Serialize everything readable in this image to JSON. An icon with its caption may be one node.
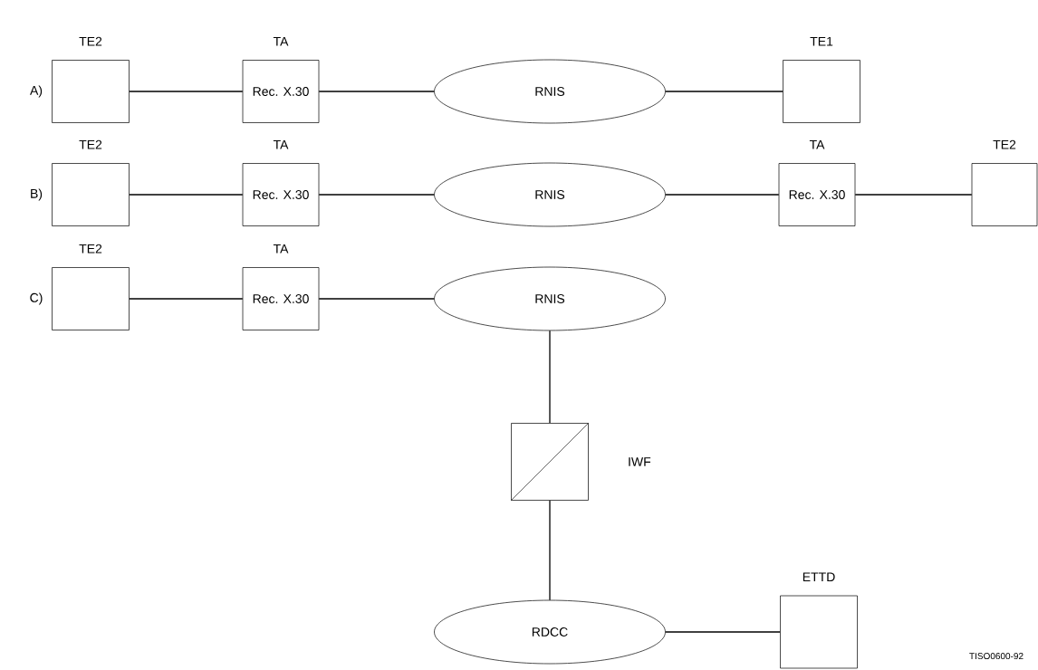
{
  "diagram": {
    "nodes": [
      {
        "text": [
          "TE2"
        ]
      },
      {
        "text": [
          "TA",
          "Rec. X.30"
        ]
      },
      {
        "text": [
          "RNIS"
        ]
      },
      {
        "text": [
          "TE1"
        ]
      },
      {
        "text": [
          "TE2"
        ]
      },
      {
        "text": [
          "TA",
          "Rec. X.30"
        ]
      },
      {
        "text": [
          "RNIS"
        ]
      },
      {
        "text": [
          "TA",
          "Rec. X.30"
        ]
      },
      {
        "text": [
          "TE2"
        ]
      },
      {
        "text": [
          "TE2"
        ]
      },
      {
        "text": [
          "TA",
          "Rec. X.30"
        ]
      },
      {
        "text": [
          "RNIS"
        ]
      },
      {
        "text": [
          "IWF"
        ]
      },
      {
        "text": [
          "RDCC"
        ]
      },
      {
        "text": [
          "ETTD"
        ]
      }
    ],
    "edges": [
      {
        "from": 0,
        "to": 1,
        "arrow": "none"
      },
      {
        "from": 1,
        "to": 2,
        "arrow": "none"
      },
      {
        "from": 2,
        "to": 3,
        "arrow": "none"
      },
      {
        "from": 4,
        "to": 5,
        "arrow": "none"
      },
      {
        "from": 5,
        "to": 6,
        "arrow": "none"
      },
      {
        "from": 6,
        "to": 7,
        "arrow": "none"
      },
      {
        "from": 7,
        "to": 8,
        "arrow": "none"
      },
      {
        "from": 9,
        "to": 10,
        "arrow": "none"
      },
      {
        "from": 10,
        "to": 11,
        "arrow": "none"
      },
      {
        "from": 11,
        "to": 12,
        "arrow": "none"
      },
      {
        "from": 12,
        "to": 13,
        "arrow": "none"
      },
      {
        "from": 13,
        "to": 14,
        "arrow": "none"
      }
    ],
    "labels": [
      "A)",
      "B)",
      "C)",
      "TISO0600-92"
    ]
  }
}
